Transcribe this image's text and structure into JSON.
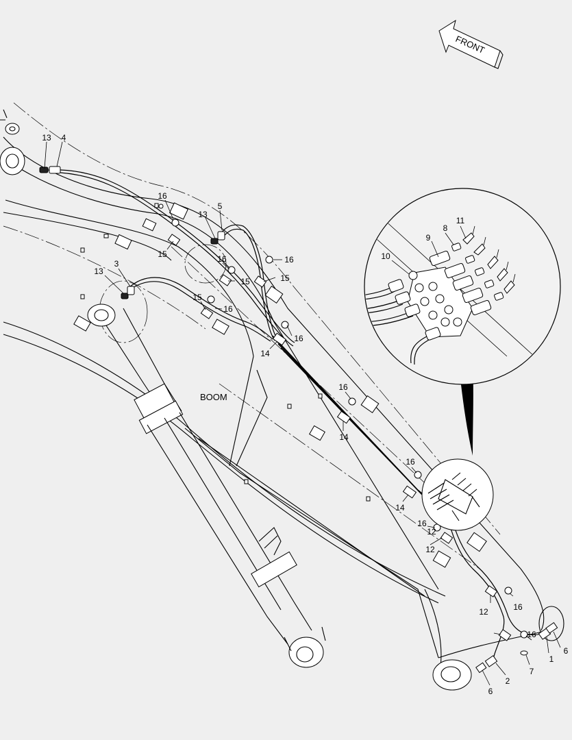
{
  "front_arrow": {
    "label": "FRONT"
  },
  "boom_label": "BOOM",
  "callouts": [
    {
      "id": "c13a",
      "text": "13"
    },
    {
      "id": "c4",
      "text": "4"
    },
    {
      "id": "c16a",
      "text": "16"
    },
    {
      "id": "c13b",
      "text": "13"
    },
    {
      "id": "c5",
      "text": "5"
    },
    {
      "id": "c16b",
      "text": "16"
    },
    {
      "id": "c16c",
      "text": "16"
    },
    {
      "id": "c15a",
      "text": "15"
    },
    {
      "id": "c15b",
      "text": "15"
    },
    {
      "id": "c15c",
      "text": "15"
    },
    {
      "id": "c13c",
      "text": "13"
    },
    {
      "id": "c3",
      "text": "3"
    },
    {
      "id": "c15d",
      "text": "15"
    },
    {
      "id": "c16d",
      "text": "16"
    },
    {
      "id": "c16e",
      "text": "16"
    },
    {
      "id": "c14a",
      "text": "14"
    },
    {
      "id": "c16f",
      "text": "16"
    },
    {
      "id": "c14b",
      "text": "14"
    },
    {
      "id": "c16g",
      "text": "16"
    },
    {
      "id": "c14c",
      "text": "14"
    },
    {
      "id": "c16h",
      "text": "16"
    },
    {
      "id": "c12a",
      "text": "12"
    },
    {
      "id": "c12b",
      "text": "12"
    },
    {
      "id": "c16i",
      "text": "16"
    },
    {
      "id": "c12c",
      "text": "12"
    },
    {
      "id": "c16j",
      "text": "16"
    },
    {
      "id": "c6a",
      "text": "6"
    },
    {
      "id": "c1",
      "text": "1"
    },
    {
      "id": "c7",
      "text": "7"
    },
    {
      "id": "c2",
      "text": "2"
    },
    {
      "id": "c6b",
      "text": "6"
    },
    {
      "id": "c9",
      "text": "9"
    },
    {
      "id": "c8",
      "text": "8"
    },
    {
      "id": "c11",
      "text": "11"
    },
    {
      "id": "c10",
      "text": "10"
    }
  ]
}
